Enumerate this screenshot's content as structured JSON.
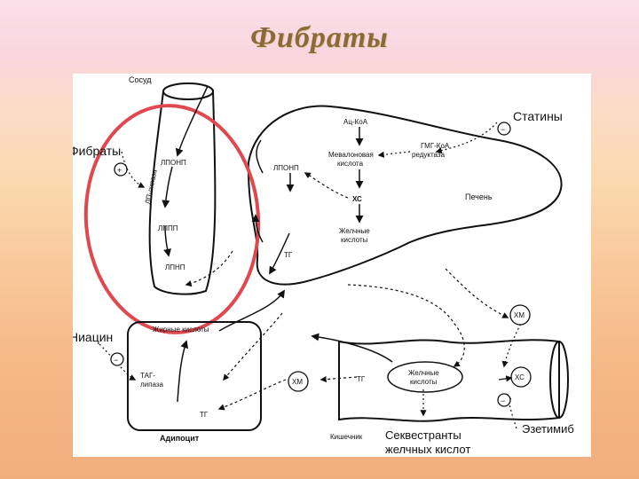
{
  "title": "Фибраты",
  "labels": {
    "vessel": "Сосуд",
    "fibrates": "Фибраты",
    "lp_lipase": "ЛП-липаза",
    "lponp_vessel": "ЛПОНП",
    "lppp": "ЛППП",
    "lpnp": "ЛПНП",
    "acetyl_coa": "Ац-КоА",
    "mevalonic_1": "Мевалоновая",
    "mevalonic_2": "кислота",
    "hmg_1": "ГМГ-КоА",
    "hmg_2": "редуктаза",
    "statins": "Статины",
    "lponp_liver": "ЛПОНП",
    "xs_liver": "ХС",
    "liver": "Печень",
    "bile_acids_1": "Желчные",
    "bile_acids_2": "кислоты",
    "tg_liver": "ТГ",
    "niacin": "Ниацин",
    "fatty_acids": "Жирные кислоты",
    "tag_lipase_1": "ТАГ-",
    "tag_lipase_2": "липаза",
    "tg_adipocyte": "ТГ",
    "adipocyte": "Адипоцит",
    "xm_gut": "ХМ",
    "tg_gut": "ТГ",
    "bile_gut_1": "Желчные",
    "bile_gut_2": "кислоты",
    "xm_right": "ХМ",
    "xs_right": "ХС",
    "ezetimibe": "Эзетимиб",
    "intestine": "Кишечник",
    "seq_1": "Секвестранты",
    "seq_2": "желчных кислот",
    "plus": "+",
    "minus": "−"
  },
  "colors": {
    "highlight": "#e0484f",
    "title": "#8b6a3a",
    "line": "#111111"
  }
}
